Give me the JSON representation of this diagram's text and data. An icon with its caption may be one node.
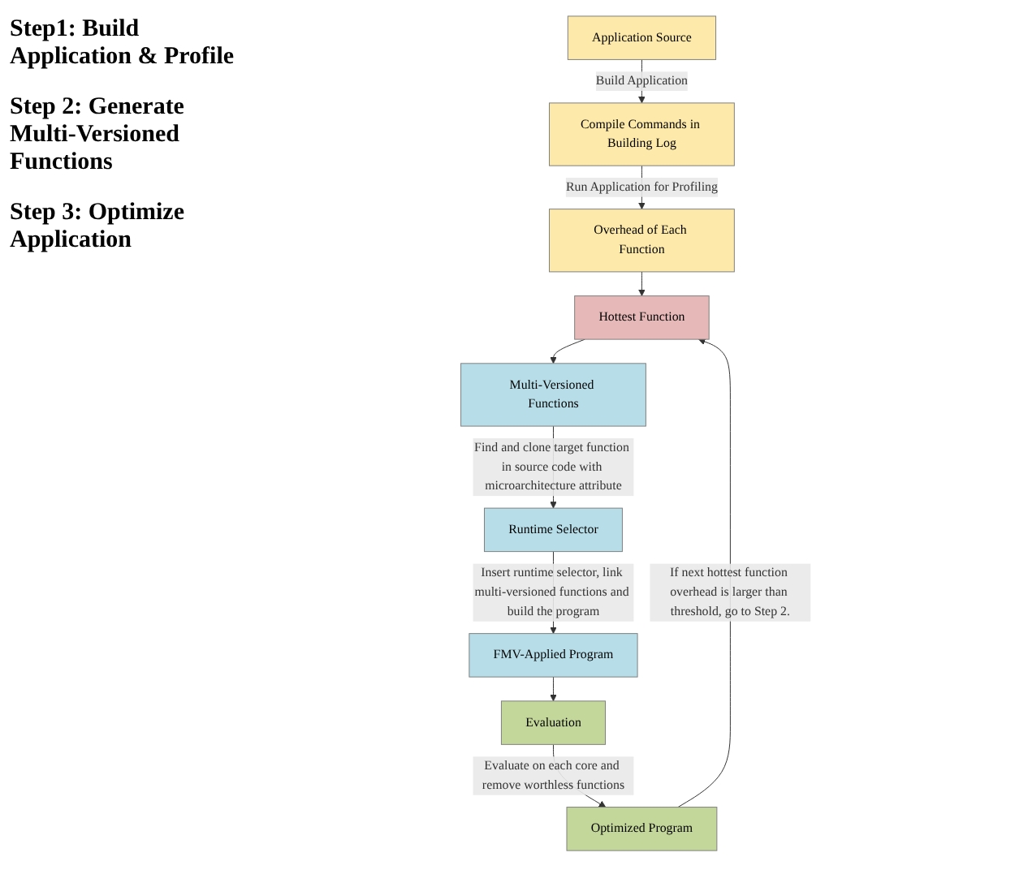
{
  "diagram": {
    "nodes": [
      {
        "text": [
          "Application Source"
        ]
      },
      {
        "text": [
          "Compile Commands in Building Log"
        ]
      },
      {
        "text": [
          "Overhead of Each Function"
        ]
      },
      {
        "text": [
          "Hottest Function"
        ]
      },
      {
        "text": [
          "Multi-Versioned Functions"
        ]
      },
      {
        "text": [
          "Runtime Selector"
        ]
      },
      {
        "text": [
          "FMV-Applied Program"
        ]
      },
      {
        "text": [
          "Evaluation"
        ]
      },
      {
        "text": [
          "Optimized Program"
        ]
      }
    ],
    "edges": [
      {
        "from": 0,
        "to": 1,
        "arrow": "to",
        "label": "Build Application"
      },
      {
        "from": 1,
        "to": 2,
        "arrow": "to",
        "label": "Run Application for Profiling"
      },
      {
        "from": 2,
        "to": 3,
        "arrow": "to"
      },
      {
        "from": 3,
        "to": 4,
        "arrow": "to"
      },
      {
        "from": 4,
        "to": 5,
        "arrow": "to",
        "label": "Find and clone target function in source code with microarchitecture attribute"
      },
      {
        "from": 5,
        "to": 6,
        "arrow": "to",
        "label": "Insert runtime selector, link multi-versioned functions and build the program"
      },
      {
        "from": 6,
        "to": 7,
        "arrow": "to"
      },
      {
        "from": 7,
        "to": 8,
        "arrow": "to",
        "label": "Evaluate on each core and remove worthless functions"
      },
      {
        "from": 8,
        "to": 3,
        "arrow": "to",
        "label": "If next hottest function overhead is larger than threshold, go to Step 2."
      }
    ],
    "labels": [
      "Step1: Build Application & Profile",
      "Step 2: Generate Multi-Versioned Functions",
      "Step 3: Optimize Application"
    ]
  }
}
